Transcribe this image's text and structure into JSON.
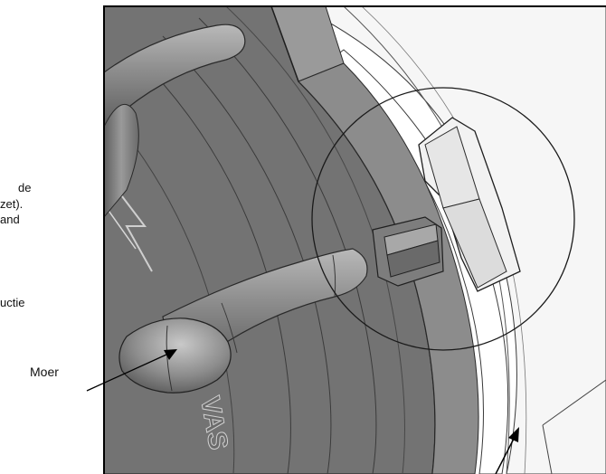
{
  "left_notes": {
    "line1": "de",
    "line2": "zet).",
    "line3": "and",
    "line4": "uctie"
  },
  "labels": {
    "nut": "Moer",
    "embossed_text": "VAS"
  },
  "colors": {
    "part_dark": "#6f6f6f",
    "part_mid": "#8a8a8a",
    "part_light": "#a9a9a9",
    "edge": "#2a2a2a",
    "housing": "#f4f4f4"
  }
}
